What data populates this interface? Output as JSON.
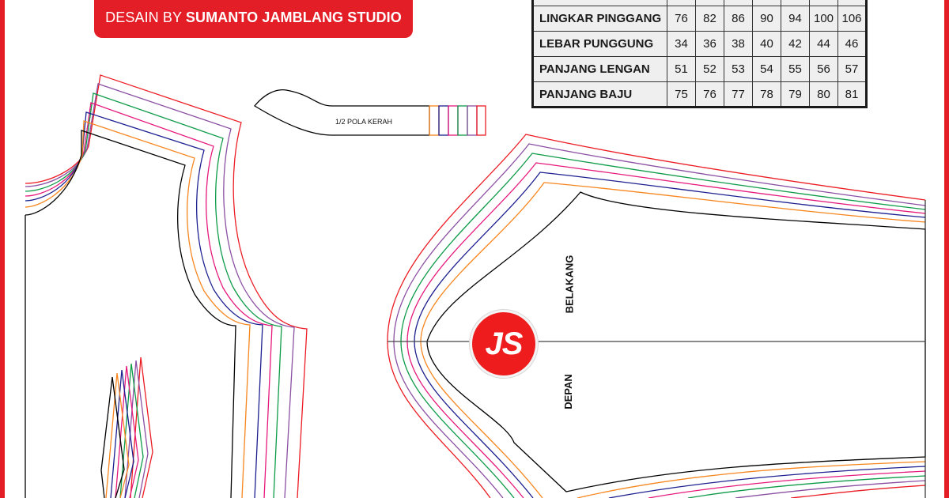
{
  "header": {
    "prefix": "DESAIN BY",
    "studio": "SUMANTO JAMBLANG STUDIO",
    "color": "#e31e26"
  },
  "size_table": {
    "rows": [
      {
        "label": "LINGKAR PINGGANG",
        "values": [
          "76",
          "82",
          "86",
          "90",
          "94",
          "100",
          "106"
        ]
      },
      {
        "label": "LEBAR PUNGGUNG",
        "values": [
          "34",
          "36",
          "38",
          "40",
          "42",
          "44",
          "46"
        ]
      },
      {
        "label": "PANJANG LENGAN",
        "values": [
          "51",
          "52",
          "53",
          "54",
          "55",
          "56",
          "57"
        ]
      },
      {
        "label": "PANJANG BAJU",
        "values": [
          "75",
          "76",
          "77",
          "78",
          "79",
          "80",
          "81"
        ]
      }
    ]
  },
  "pattern": {
    "collar_label": "1/2 POLA KERAH",
    "sleeve_back_label": "BELAKANG",
    "sleeve_front_label": "DEPAN",
    "size_colors": [
      "#000000",
      "#f7861e",
      "#1b1f8f",
      "#e6197d",
      "#0d9b48",
      "#8b4fa3",
      "#ec1c24"
    ]
  },
  "logo": {
    "text": "JS",
    "color": "#ee1c1c"
  }
}
